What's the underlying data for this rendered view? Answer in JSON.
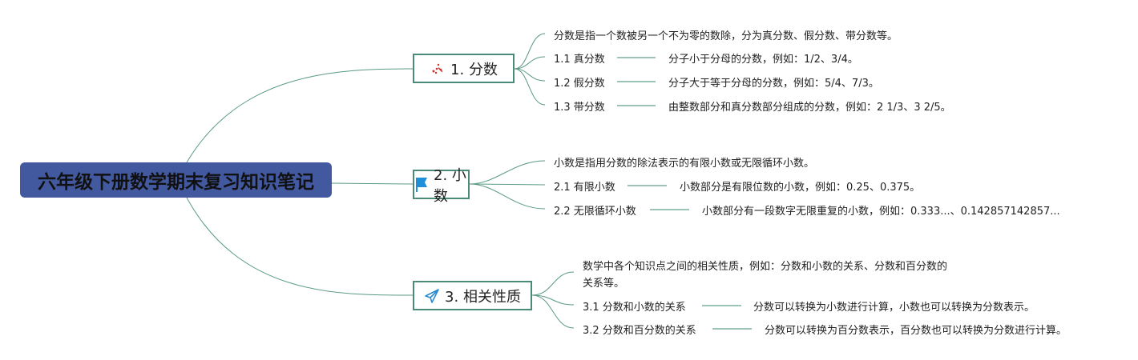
{
  "root": {
    "title": "六年级下册数学期末复习知识笔记"
  },
  "branches": [
    {
      "label": "1. 分数",
      "icon": "sparkle-icon",
      "summary": "分数是指一个数被另一个不为零的数除，分为真分数、假分数、带分数等。",
      "items": [
        {
          "label": "1.1 真分数",
          "desc": "分子小于分母的分数，例如：1/2、3/4。"
        },
        {
          "label": "1.2 假分数",
          "desc": "分子大于等于分母的分数，例如：5/4、7/3。"
        },
        {
          "label": "1.3 带分数",
          "desc": "由整数部分和真分数部分组成的分数，例如：2 1/3、3 2/5。"
        }
      ]
    },
    {
      "label": "2. 小数",
      "icon": "flag-icon",
      "summary": "小数是指用分数的除法表示的有限小数或无限循环小数。",
      "items": [
        {
          "label": "2.1 有限小数",
          "desc": "小数部分是有限位数的小数，例如：0.25、0.375。"
        },
        {
          "label": "2.2 无限循环小数",
          "desc": "小数部分有一段数字无限重复的小数，例如：0.333...、0.142857142857..."
        }
      ]
    },
    {
      "label": "3. 相关性质",
      "icon": "paper-plane-icon",
      "summary_lines": [
        "数学中各个知识点之间的相关性质，例如：分数和小数的关系、分数和百分数的",
        "关系等。"
      ],
      "items": [
        {
          "label": "3.1 分数和小数的关系",
          "desc": "分数可以转换为小数进行计算，小数也可以转换为分数表示。"
        },
        {
          "label": "3.2 分数和百分数的关系",
          "desc": "分数可以转换为百分数表示，百分数也可以转换为分数进行计算。"
        }
      ]
    }
  ],
  "colors": {
    "root": "#4259a0",
    "border": "#4a8a78",
    "link": "#5a9a86"
  }
}
